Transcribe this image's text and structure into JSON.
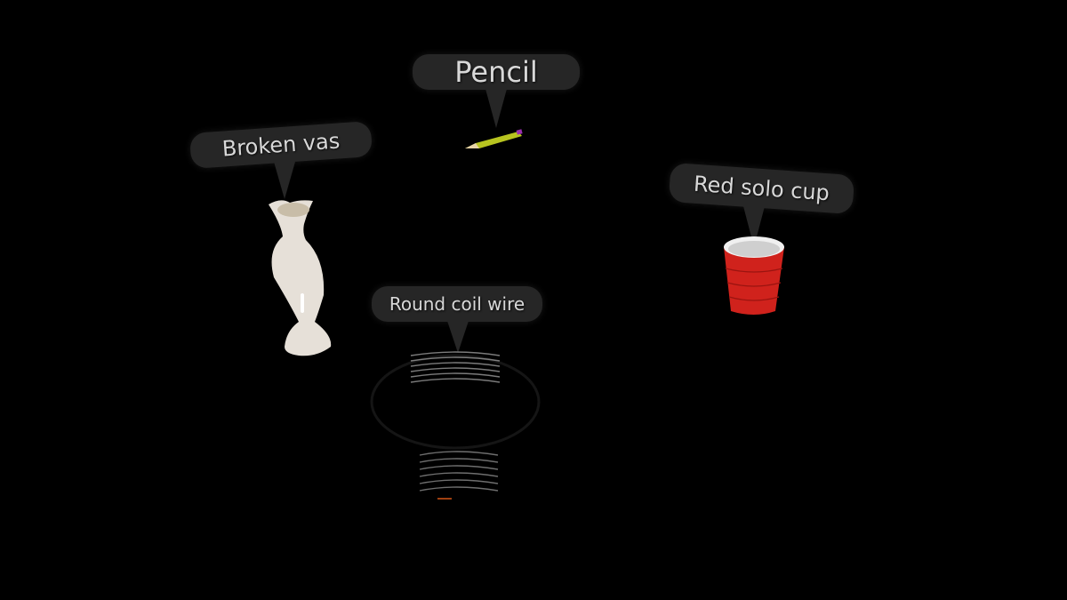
{
  "scene": {
    "background": "#000000",
    "labels": [
      {
        "id": "pencil",
        "text": "Pencil"
      },
      {
        "id": "vase",
        "text": "Broken vas"
      },
      {
        "id": "cup",
        "text": "Red solo cup"
      },
      {
        "id": "coil",
        "text": "Round coil wire"
      }
    ],
    "colors": {
      "label_bg": "#262626",
      "label_text": "#d8d8d8",
      "pencil_body": "#b8c420",
      "cup_red": "#d0221c",
      "vase_white": "#e6e0d8"
    }
  }
}
